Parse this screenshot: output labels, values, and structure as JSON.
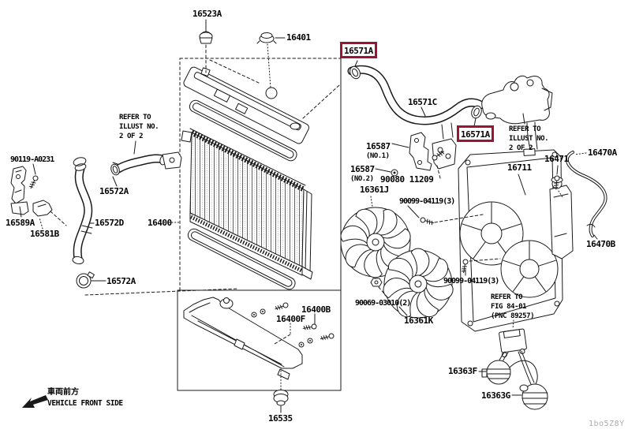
{
  "highlight_color": "#9b1432",
  "watermark": "1bo5Z8Y",
  "front_side": {
    "jp": "車両前方",
    "en": "VEHICLE FRONT SIDE"
  },
  "labels": [
    {
      "text": "16523A"
    },
    {
      "text": "16401"
    },
    {
      "text": "16571A",
      "highlighted": true
    },
    {
      "text": "16571C"
    },
    {
      "text": "16571A",
      "highlighted": true
    },
    {
      "text": "16471"
    },
    {
      "text": "16470A"
    },
    {
      "text": "16711"
    },
    {
      "text": "16470B"
    },
    {
      "text": "90119-A0231"
    },
    {
      "text": "16572A"
    },
    {
      "text": "16589A"
    },
    {
      "text": "16581B"
    },
    {
      "text": "16572D"
    },
    {
      "text": "16400"
    },
    {
      "text": "16572A"
    },
    {
      "text": "16587",
      "sub": "(NO.1)"
    },
    {
      "text": "16587",
      "sub": "(NO.2)"
    },
    {
      "text": "90080 11209"
    },
    {
      "text": "16361J"
    },
    {
      "text": "90099-04119(3)"
    },
    {
      "text": "90099-04119(3)"
    },
    {
      "text": "90069-03010(2)"
    },
    {
      "text": "16361K"
    },
    {
      "text": "16400B"
    },
    {
      "text": "16400F"
    },
    {
      "text": "16535"
    },
    {
      "text": "16363F"
    },
    {
      "text": "16363G"
    }
  ],
  "notes": [
    {
      "lines": [
        "REFER TO",
        "ILLUST NO.",
        "2 OF 2"
      ]
    },
    {
      "lines": [
        "REFER TO",
        "ILLUST NO.",
        "2 OF 2"
      ]
    },
    {
      "lines": [
        "REFER TO",
        "FIG 84-01",
        "(PNC 89257)"
      ]
    }
  ]
}
